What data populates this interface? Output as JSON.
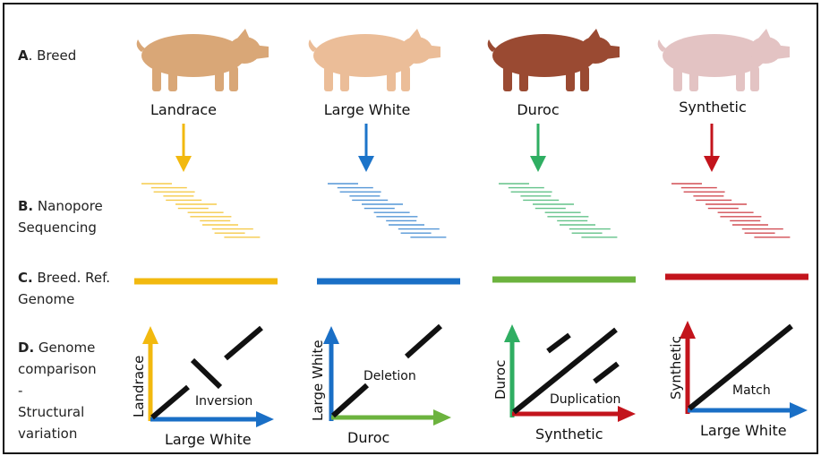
{
  "rows": {
    "a": {
      "letter": "A",
      "text": ". Breed"
    },
    "b": {
      "letter": "B.",
      "line1": " Nanopore",
      "line2": "Sequencing"
    },
    "c": {
      "letter": "C.",
      "line1": " Breed. Ref.",
      "line2": "Genome"
    },
    "d": {
      "letter": "D.",
      "line1": " Genome",
      "line2": "comparison",
      "line3": "-",
      "line4": "Structural",
      "line5": "variation"
    }
  },
  "breeds": [
    {
      "name": "Landrace",
      "color": "#f2b90f",
      "pig_color": "#d9a777"
    },
    {
      "name": "Large White",
      "color": "#1c74c9",
      "pig_color": "#ebbd98"
    },
    {
      "name": "Duroc",
      "color": "#2fae62",
      "pig_color": "#9a4a32"
    },
    {
      "name": "Synthetic",
      "color": "#c3141c",
      "pig_color": "#e3c3c3"
    }
  ],
  "ref_genome_colors": [
    "#f2b90f",
    "#1a6fc6",
    "#6cb33e",
    "#c3141c"
  ],
  "comparisons": [
    {
      "y_label": "Landrace",
      "x_label": "Large White",
      "annotation": "Inversion",
      "y_color": "#f2b90f",
      "x_color": "#1a6fc6"
    },
    {
      "y_label": "Large White",
      "x_label": "Duroc",
      "annotation": "Deletion",
      "y_color": "#1a6fc6",
      "x_color": "#6cb33e"
    },
    {
      "y_label": "Duroc",
      "x_label": "Synthetic",
      "annotation": "Duplication",
      "y_color": "#2fae62",
      "x_color": "#c3141c"
    },
    {
      "y_label": "Synthetic",
      "x_label": "Large White",
      "annotation": "Match",
      "y_color": "#c3141c",
      "x_color": "#1a6fc6"
    }
  ]
}
